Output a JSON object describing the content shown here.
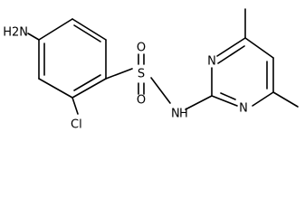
{
  "molecule": {
    "atoms": {
      "amine": "H2N",
      "chlorine": "Cl",
      "sulfur": "S",
      "oxygen_top": "O",
      "oxygen_bottom": "O",
      "nh": "N",
      "nh_h": "H",
      "ring_n_top": "N",
      "ring_n_bottom": "N"
    }
  }
}
